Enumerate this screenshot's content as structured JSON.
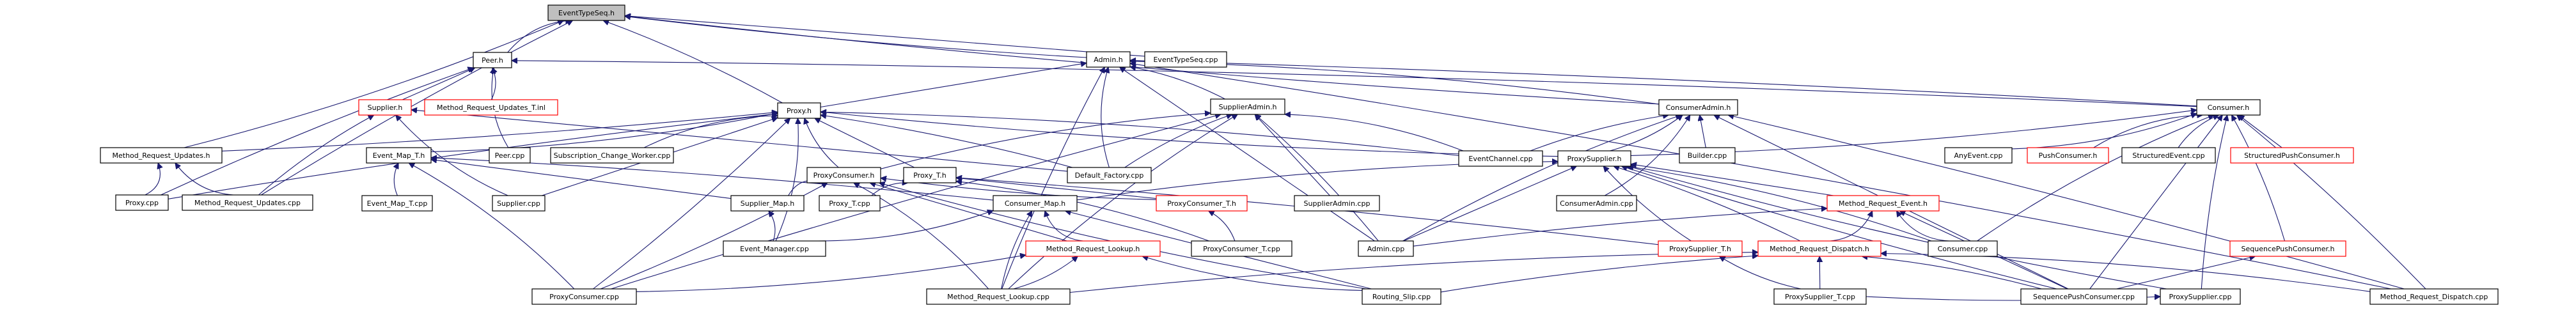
{
  "graph": {
    "title": "EventTypeSeq.h include dependency graph",
    "edge_color": "#191970",
    "root_fill": "#bfbfbf",
    "missing_file_border": "#ff0000",
    "nodes": [
      {
        "id": "EventTypeSeq_h",
        "label": "EventTypeSeq.h",
        "style": "root"
      },
      {
        "id": "Peer_h",
        "label": "Peer.h",
        "style": "normal"
      },
      {
        "id": "Admin_h",
        "label": "Admin.h",
        "style": "normal"
      },
      {
        "id": "EventTypeSeq_cpp",
        "label": "EventTypeSeq.cpp",
        "style": "normal"
      },
      {
        "id": "Supplier_h",
        "label": "Supplier.h",
        "style": "red"
      },
      {
        "id": "MRU_T_inl",
        "label": "Method_Request_Updates_T.inl",
        "style": "red"
      },
      {
        "id": "Proxy_h",
        "label": "Proxy.h",
        "style": "normal"
      },
      {
        "id": "SupplierAdmin_h",
        "label": "SupplierAdmin.h",
        "style": "normal"
      },
      {
        "id": "ConsumerAdmin_h",
        "label": "ConsumerAdmin.h",
        "style": "normal"
      },
      {
        "id": "Consumer_h",
        "label": "Consumer.h",
        "style": "normal"
      },
      {
        "id": "MRU_h",
        "label": "Method_Request_Updates.h",
        "style": "normal"
      },
      {
        "id": "Event_Map_T_h",
        "label": "Event_Map_T.h",
        "style": "normal"
      },
      {
        "id": "Peer_cpp",
        "label": "Peer.cpp",
        "style": "normal"
      },
      {
        "id": "SCW_cpp",
        "label": "Subscription_Change_Worker.cpp",
        "style": "normal"
      },
      {
        "id": "ProxyConsumer_h",
        "label": "ProxyConsumer.h",
        "style": "normal"
      },
      {
        "id": "Proxy_T_h",
        "label": "Proxy_T.h",
        "style": "normal"
      },
      {
        "id": "Default_Factory_cpp",
        "label": "Default_Factory.cpp",
        "style": "normal"
      },
      {
        "id": "EventChannel_cpp",
        "label": "EventChannel.cpp",
        "style": "normal"
      },
      {
        "id": "ProxySupplier_h",
        "label": "ProxySupplier.h",
        "style": "normal"
      },
      {
        "id": "Builder_cpp",
        "label": "Builder.cpp",
        "style": "normal"
      },
      {
        "id": "AnyEvent_cpp",
        "label": "AnyEvent.cpp",
        "style": "normal"
      },
      {
        "id": "PushConsumer_h",
        "label": "PushConsumer.h",
        "style": "red"
      },
      {
        "id": "StructuredEvent_cpp",
        "label": "StructuredEvent.cpp",
        "style": "normal"
      },
      {
        "id": "StructuredPushConsumer_h",
        "label": "StructuredPushConsumer.h",
        "style": "red"
      },
      {
        "id": "Proxy_cpp",
        "label": "Proxy.cpp",
        "style": "normal"
      },
      {
        "id": "MRU_cpp",
        "label": "Method_Request_Updates.cpp",
        "style": "normal"
      },
      {
        "id": "Event_Map_T_cpp",
        "label": "Event_Map_T.cpp",
        "style": "normal"
      },
      {
        "id": "Supplier_cpp",
        "label": "Supplier.cpp",
        "style": "normal"
      },
      {
        "id": "Supplier_Map_h",
        "label": "Supplier_Map.h",
        "style": "normal"
      },
      {
        "id": "Proxy_T_cpp",
        "label": "Proxy_T.cpp",
        "style": "normal"
      },
      {
        "id": "Consumer_Map_h",
        "label": "Consumer_Map.h",
        "style": "normal"
      },
      {
        "id": "ProxyConsumer_T_h",
        "label": "ProxyConsumer_T.h",
        "style": "red"
      },
      {
        "id": "SupplierAdmin_cpp",
        "label": "SupplierAdmin.cpp",
        "style": "normal"
      },
      {
        "id": "ConsumerAdmin_cpp",
        "label": "ConsumerAdmin.cpp",
        "style": "normal"
      },
      {
        "id": "MRE_h",
        "label": "Method_Request_Event.h",
        "style": "red"
      },
      {
        "id": "Event_Manager_cpp",
        "label": "Event_Manager.cpp",
        "style": "normal"
      },
      {
        "id": "MRL_h",
        "label": "Method_Request_Lookup.h",
        "style": "red"
      },
      {
        "id": "ProxyConsumer_T_cpp",
        "label": "ProxyConsumer_T.cpp",
        "style": "normal"
      },
      {
        "id": "Admin_cpp",
        "label": "Admin.cpp",
        "style": "normal"
      },
      {
        "id": "ProxySupplier_T_h",
        "label": "ProxySupplier_T.h",
        "style": "red"
      },
      {
        "id": "MRD_h",
        "label": "Method_Request_Dispatch.h",
        "style": "red"
      },
      {
        "id": "Consumer_cpp",
        "label": "Consumer.cpp",
        "style": "normal"
      },
      {
        "id": "SequencePushConsumer_h",
        "label": "SequencePushConsumer.h",
        "style": "red"
      },
      {
        "id": "ProxyConsumer_cpp",
        "label": "ProxyConsumer.cpp",
        "style": "normal"
      },
      {
        "id": "MRL_cpp",
        "label": "Method_Request_Lookup.cpp",
        "style": "normal"
      },
      {
        "id": "Routing_Slip_cpp",
        "label": "Routing_Slip.cpp",
        "style": "normal"
      },
      {
        "id": "ProxySupplier_T_cpp",
        "label": "ProxySupplier_T.cpp",
        "style": "normal"
      },
      {
        "id": "SequencePushConsumer_cpp",
        "label": "SequencePushConsumer.cpp",
        "style": "normal"
      },
      {
        "id": "ProxySupplier_cpp",
        "label": "ProxySupplier.cpp",
        "style": "normal"
      },
      {
        "id": "MRD_cpp",
        "label": "Method_Request_Dispatch.cpp",
        "style": "normal"
      }
    ],
    "edges": [
      [
        "Peer_h",
        "EventTypeSeq_h"
      ],
      [
        "Admin_h",
        "EventTypeSeq_h"
      ],
      [
        "EventTypeSeq_cpp",
        "EventTypeSeq_h"
      ],
      [
        "Proxy_h",
        "EventTypeSeq_h"
      ],
      [
        "MRU_h",
        "EventTypeSeq_h"
      ],
      [
        "ConsumerAdmin_h",
        "EventTypeSeq_h"
      ],
      [
        "MRU_cpp",
        "EventTypeSeq_h"
      ],
      [
        "Supplier_h",
        "Peer_h"
      ],
      [
        "MRU_T_inl",
        "Peer_h"
      ],
      [
        "Consumer_h",
        "Peer_h"
      ],
      [
        "Peer_cpp",
        "Peer_h"
      ],
      [
        "Proxy_cpp",
        "Peer_h"
      ],
      [
        "Proxy_h",
        "Admin_h"
      ],
      [
        "SupplierAdmin_h",
        "Admin_h"
      ],
      [
        "ConsumerAdmin_h",
        "Admin_h"
      ],
      [
        "Default_Factory_cpp",
        "Admin_h"
      ],
      [
        "MRL_cpp",
        "Admin_h"
      ],
      [
        "Admin_cpp",
        "Admin_h"
      ],
      [
        "Consumer_h",
        "Admin_h"
      ],
      [
        "MRD_cpp",
        "Admin_h"
      ],
      [
        "Supplier_cpp",
        "Supplier_h"
      ],
      [
        "MRU_cpp",
        "Supplier_h"
      ],
      [
        "Default_Factory_cpp",
        "Supplier_h"
      ],
      [
        "MRU_h",
        "Proxy_h"
      ],
      [
        "Event_Map_T_h",
        "Proxy_h"
      ],
      [
        "SCW_cpp",
        "Proxy_h"
      ],
      [
        "ProxyConsumer_h",
        "Proxy_h"
      ],
      [
        "Proxy_T_h",
        "Proxy_h"
      ],
      [
        "Default_Factory_cpp",
        "Proxy_h"
      ],
      [
        "EventChannel_cpp",
        "Proxy_h"
      ],
      [
        "ProxySupplier_h",
        "Proxy_h"
      ],
      [
        "Proxy_cpp",
        "Proxy_h"
      ],
      [
        "Supplier_cpp",
        "Proxy_h"
      ],
      [
        "ProxyConsumer_cpp",
        "Proxy_h"
      ],
      [
        "Event_Manager_cpp",
        "Proxy_h"
      ],
      [
        "ProxyConsumer_h",
        "SupplierAdmin_h"
      ],
      [
        "Default_Factory_cpp",
        "SupplierAdmin_h"
      ],
      [
        "SupplierAdmin_cpp",
        "SupplierAdmin_h"
      ],
      [
        "Admin_cpp",
        "SupplierAdmin_h"
      ],
      [
        "EventChannel_cpp",
        "SupplierAdmin_h"
      ],
      [
        "MRL_cpp",
        "SupplierAdmin_h"
      ],
      [
        "ProxyConsumer_cpp",
        "SupplierAdmin_h"
      ],
      [
        "Builder_cpp",
        "ConsumerAdmin_h"
      ],
      [
        "ProxySupplier_h",
        "ConsumerAdmin_h"
      ],
      [
        "ConsumerAdmin_cpp",
        "ConsumerAdmin_h"
      ],
      [
        "Admin_cpp",
        "ConsumerAdmin_h"
      ],
      [
        "EventChannel_cpp",
        "ConsumerAdmin_h"
      ],
      [
        "SequencePushConsumer_cpp",
        "ConsumerAdmin_h"
      ],
      [
        "MRD_cpp",
        "ConsumerAdmin_h"
      ],
      [
        "AnyEvent_cpp",
        "Consumer_h"
      ],
      [
        "PushConsumer_h",
        "Consumer_h"
      ],
      [
        "StructuredEvent_cpp",
        "Consumer_h"
      ],
      [
        "StructuredPushConsumer_h",
        "Consumer_h"
      ],
      [
        "SequencePushConsumer_h",
        "Consumer_h"
      ],
      [
        "ProxySupplier_h",
        "Consumer_h"
      ],
      [
        "Consumer_cpp",
        "Consumer_h"
      ],
      [
        "ProxySupplier_cpp",
        "Consumer_h"
      ],
      [
        "SequencePushConsumer_cpp",
        "Consumer_h"
      ],
      [
        "MRD_cpp",
        "Consumer_h"
      ],
      [
        "Proxy_cpp",
        "MRU_h"
      ],
      [
        "MRU_cpp",
        "MRU_h"
      ],
      [
        "Event_Map_T_cpp",
        "Event_Map_T_h"
      ],
      [
        "Supplier_Map_h",
        "Event_Map_T_h"
      ],
      [
        "Consumer_Map_h",
        "Event_Map_T_h"
      ],
      [
        "ProxyConsumer_cpp",
        "Event_Map_T_h"
      ],
      [
        "Supplier_Map_h",
        "ProxyConsumer_h"
      ],
      [
        "ProxyConsumer_T_h",
        "ProxyConsumer_h"
      ],
      [
        "MRL_h",
        "ProxyConsumer_h"
      ],
      [
        "ProxyConsumer_cpp",
        "ProxyConsumer_h"
      ],
      [
        "MRL_cpp",
        "ProxyConsumer_h"
      ],
      [
        "Routing_Slip_cpp",
        "ProxyConsumer_h"
      ],
      [
        "Proxy_T_cpp",
        "Proxy_T_h"
      ],
      [
        "ProxyConsumer_T_h",
        "Proxy_T_h"
      ],
      [
        "ProxySupplier_T_h",
        "Proxy_T_h"
      ],
      [
        "ProxyConsumer_T_cpp",
        "Proxy_T_h"
      ],
      [
        "Consumer_Map_h",
        "ProxySupplier_h"
      ],
      [
        "ProxySupplier_T_h",
        "ProxySupplier_h"
      ],
      [
        "MRE_h",
        "ProxySupplier_h"
      ],
      [
        "MRD_h",
        "ProxySupplier_h"
      ],
      [
        "Consumer_cpp",
        "ProxySupplier_h"
      ],
      [
        "ProxySupplier_cpp",
        "ProxySupplier_h"
      ],
      [
        "SequencePushConsumer_cpp",
        "ProxySupplier_h"
      ],
      [
        "Admin_cpp",
        "ProxySupplier_h"
      ],
      [
        "Event_Manager_cpp",
        "Supplier_Map_h"
      ],
      [
        "Event_Manager_cpp",
        "Consumer_Map_h"
      ],
      [
        "MRL_h",
        "Consumer_Map_h"
      ],
      [
        "MRL_cpp",
        "Consumer_Map_h"
      ],
      [
        "Routing_Slip_cpp",
        "Consumer_Map_h"
      ],
      [
        "ProxyConsumer_T_cpp",
        "ProxyConsumer_T_h"
      ],
      [
        "MRD_h",
        "MRE_h"
      ],
      [
        "Consumer_cpp",
        "MRE_h"
      ],
      [
        "Admin_cpp",
        "MRE_h"
      ],
      [
        "SequencePushConsumer_cpp",
        "MRE_h"
      ],
      [
        "MRL_cpp",
        "MRL_h"
      ],
      [
        "ProxyConsumer_cpp",
        "MRL_h"
      ],
      [
        "Routing_Slip_cpp",
        "MRL_h"
      ],
      [
        "ProxySupplier_T_cpp",
        "ProxySupplier_T_h"
      ],
      [
        "ProxySupplier_T_cpp",
        "MRD_h"
      ],
      [
        "SequencePushConsumer_cpp",
        "MRD_h"
      ],
      [
        "MRD_cpp",
        "MRD_h"
      ],
      [
        "MRL_cpp",
        "MRD_h"
      ],
      [
        "Routing_Slip_cpp",
        "MRD_h"
      ],
      [
        "SequencePushConsumer_cpp",
        "SequencePushConsumer_h"
      ],
      [
        "ProxySupplier_T_cpp",
        "ProxySupplier_cpp"
      ]
    ]
  }
}
